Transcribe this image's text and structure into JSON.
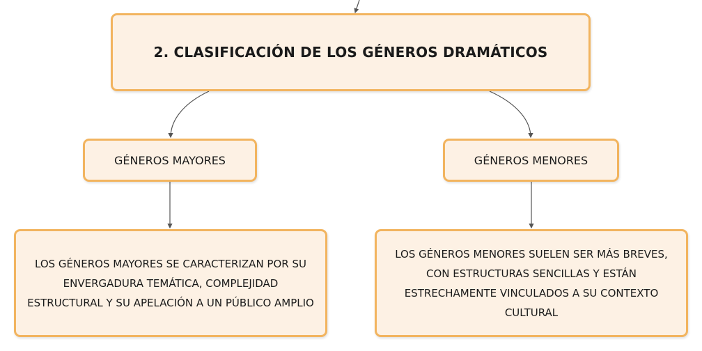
{
  "diagram": {
    "root": {
      "label": "2. CLASIFICACIÓN DE LOS GÉNEROS DRAMÁTICOS"
    },
    "branches": [
      {
        "label": "GÉNEROS MAYORES",
        "description": "LOS GÉNEROS MAYORES SE CARACTERIZAN POR SU ENVERGADURA TEMÁTICA, COMPLEJIDAD ESTRUCTURAL Y SU APELACIÓN A UN PÚBLICO AMPLIO"
      },
      {
        "label": "GÉNEROS MENORES",
        "description": "LOS GÉNEROS MENORES SUELEN SER MÁS BREVES, CON ESTRUCTURAS SENCILLAS Y ESTÁN ESTRECHAMENTE VINCULADOS A SU CONTEXTO CULTURAL"
      }
    ]
  },
  "colors": {
    "node_fill": "#fdf1e4",
    "node_border": "#f2b45f",
    "connector": "#555555"
  }
}
